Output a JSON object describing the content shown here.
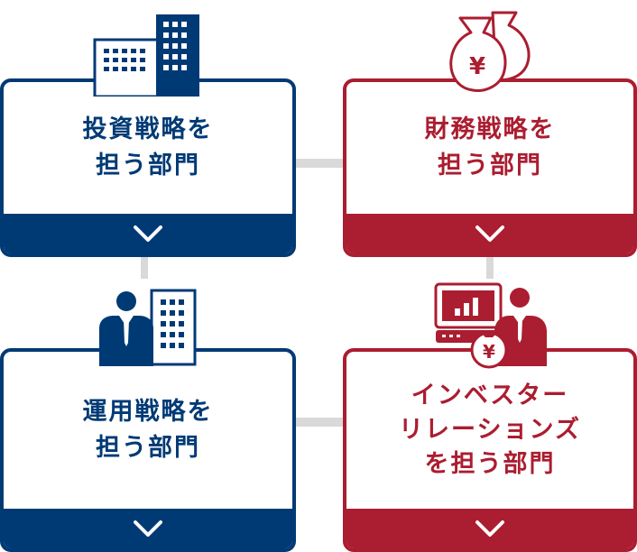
{
  "departments": [
    {
      "lines": [
        "投資戦略を",
        "担う部門"
      ],
      "icon": "buildings-icon",
      "color": "#003a75"
    },
    {
      "lines": [
        "財務戦略を",
        "担う部門"
      ],
      "icon": "yen-money-bags-icon",
      "color": "#ab1d30"
    },
    {
      "lines": [
        "運用戦略を",
        "担う部門"
      ],
      "icon": "businessman-building-icon",
      "color": "#003a75"
    },
    {
      "lines": [
        "インベスター",
        "リレーションズ",
        "を担う部門"
      ],
      "icon": "investor-relations-icon",
      "color": "#ab1d30"
    }
  ],
  "footer_icon": "chevron-down-icon",
  "connector_color": "#d9d9d9"
}
